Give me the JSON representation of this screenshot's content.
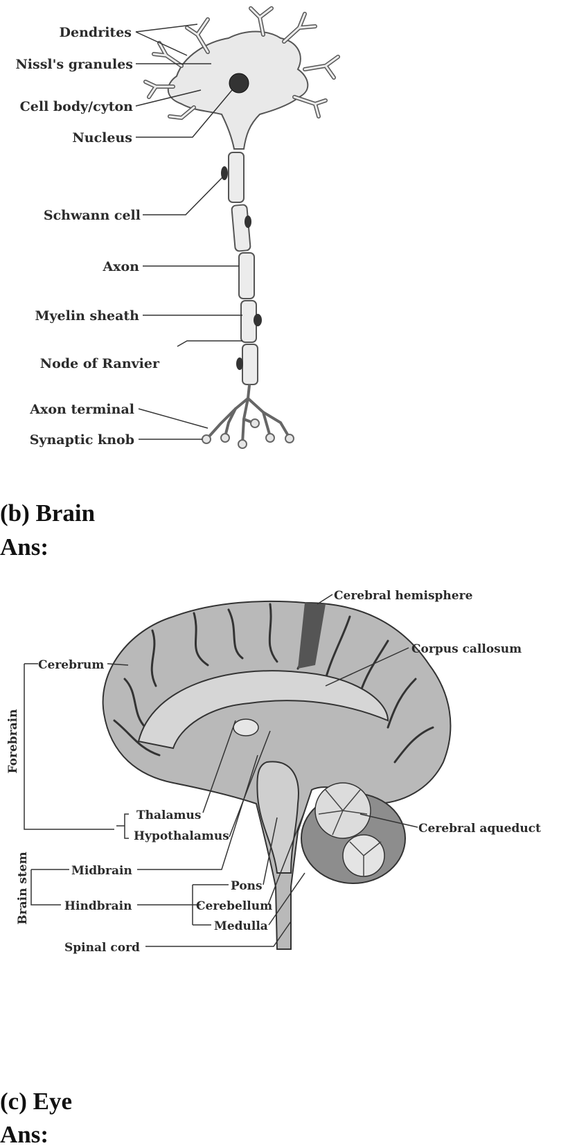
{
  "neuron": {
    "labels": {
      "dendrites": "Dendrites",
      "nissl": "Nissl's granules",
      "cell_body": "Cell body/cyton",
      "nucleus": "Nucleus",
      "schwann": "Schwann cell",
      "axon": "Axon",
      "myelin": "Myelin sheath",
      "ranvier": "Node of Ranvier",
      "axon_terminal": "Axon terminal",
      "synaptic_knob": "Synaptic knob"
    }
  },
  "sections": {
    "brain_heading": "(b) Brain",
    "brain_ans": "Ans:",
    "eye_heading": "(c) Eye",
    "eye_ans": "Ans:"
  },
  "brain": {
    "labels": {
      "cerebral_hemisphere": "Cerebral hemisphere",
      "corpus_callosum": "Corpus callosum",
      "cerebrum": "Cerebrum",
      "forebrain": "Forebrain",
      "thalamus": "Thalamus",
      "hypothalamus": "Hypothalamus",
      "cerebral_aqueduct": "Cerebral aqueduct",
      "brain_stem": "Brain stem",
      "midbrain": "Midbrain",
      "hindbrain": "Hindbrain",
      "pons": "Pons",
      "cerebellum": "Cerebellum",
      "medulla": "Medulla",
      "spinal_cord": "Spinal cord"
    }
  }
}
